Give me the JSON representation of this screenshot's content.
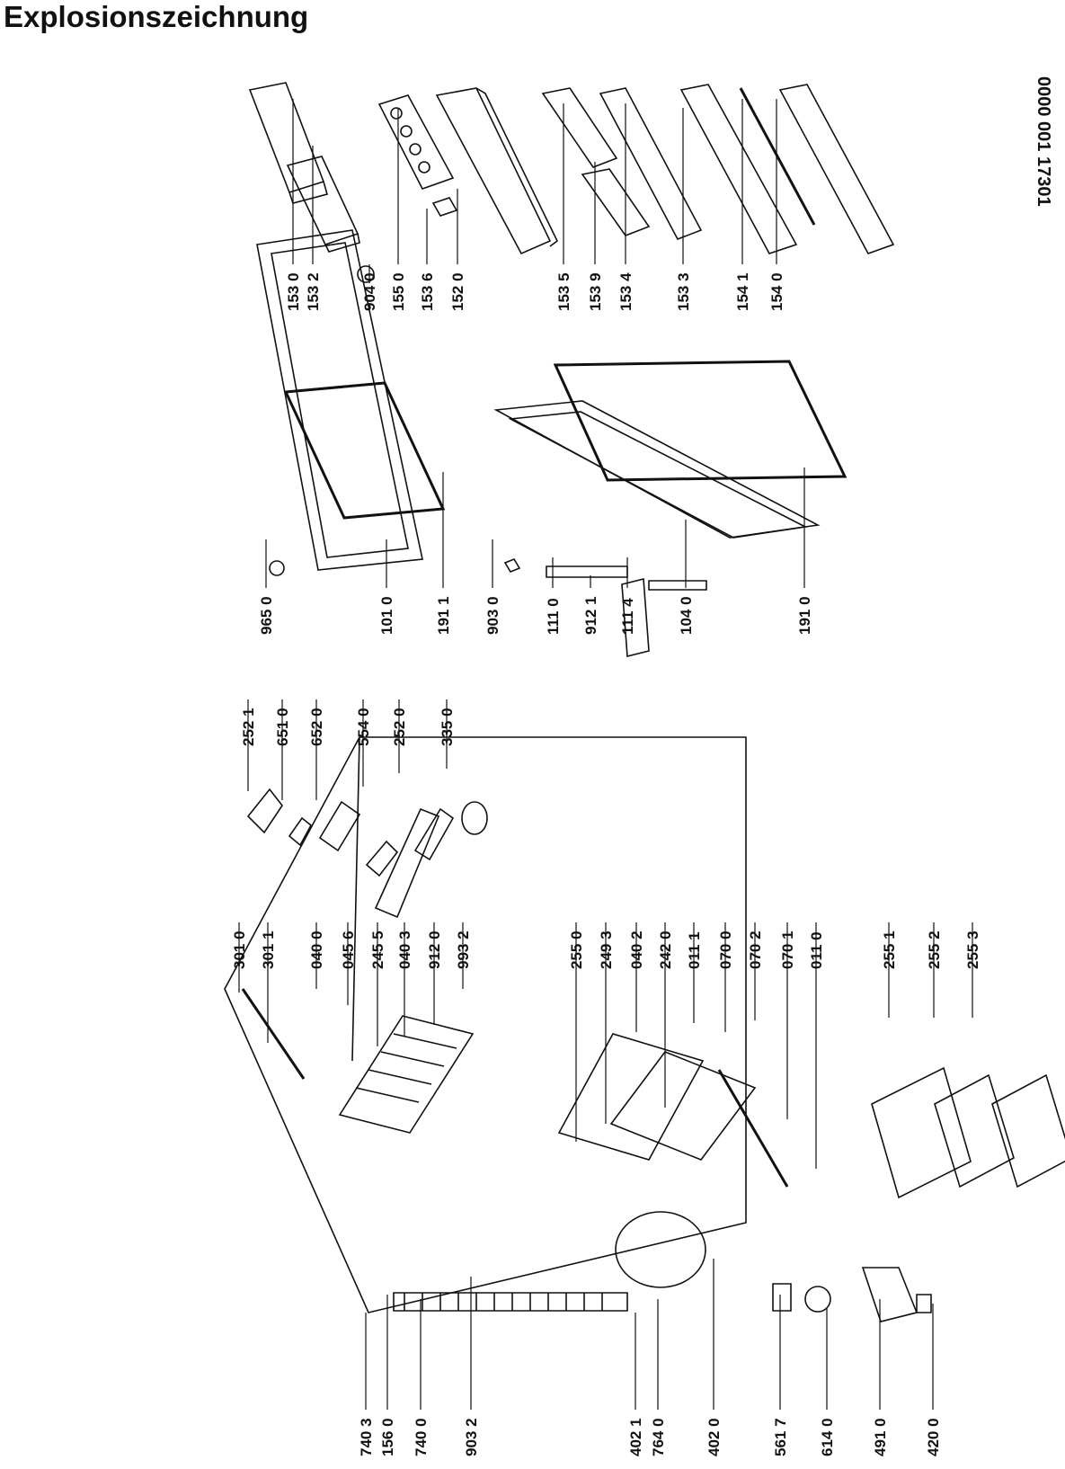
{
  "title": "Explosionszeichnung",
  "document_number": "0000 001 17301",
  "labels": [
    "153 0",
    "153 2",
    "904 0",
    "155 0",
    "153 6",
    "152 0",
    "153 5",
    "153 9",
    "153 4",
    "153 3",
    "154 1",
    "154 0",
    "965 0",
    "101 0",
    "191 1",
    "903 0",
    "111 0",
    "912 1",
    "111 4",
    "104 0",
    "191 0",
    "252 1",
    "651 0",
    "652 0",
    "554 0",
    "252 0",
    "335 0",
    "301 0",
    "301 1",
    "040 0",
    "045 6",
    "245 5",
    "040 3",
    "912 0",
    "993 2",
    "255 0",
    "249 3",
    "040 2",
    "242 0",
    "011 1",
    "070 0",
    "070 2",
    "070 1",
    "011 0",
    "255 1",
    "255 2",
    "255 3",
    "740 3",
    "156 0",
    "740 0",
    "903 2",
    "402 1",
    "764 0",
    "402 0",
    "561 7",
    "614 0",
    "491 0",
    "420 0"
  ]
}
